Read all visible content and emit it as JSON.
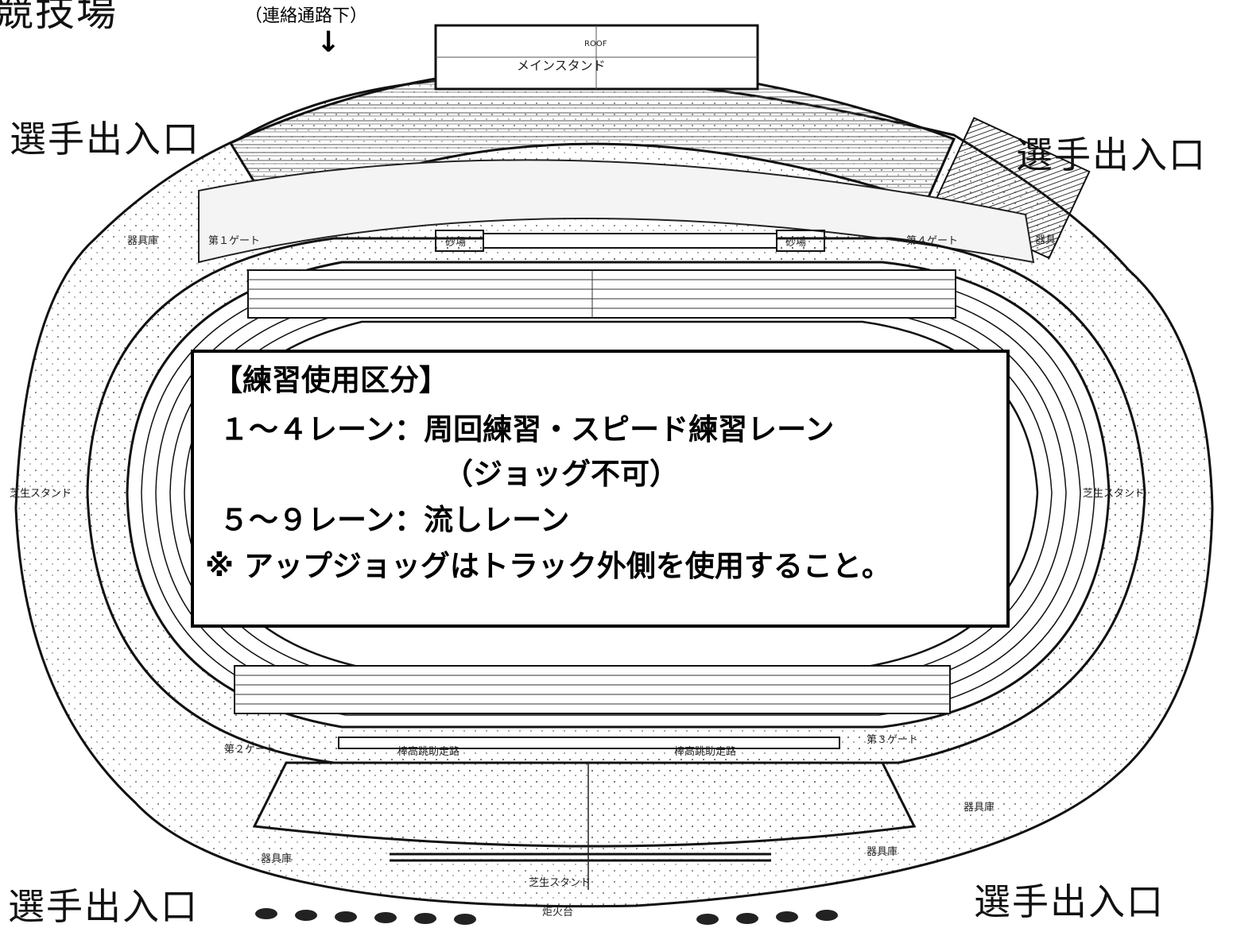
{
  "title_fragment": "競技場",
  "connector_note": "（連絡通路下）",
  "entrances": {
    "top_left": "選手出入口",
    "top_right": "選手出入口",
    "bottom_left": "選手出入口",
    "bottom_right": "選手出入口"
  },
  "map_labels": {
    "roof": "ROOF",
    "main_stand": "メインスタンド",
    "sand_pit_left": "砂場",
    "sand_pit_right": "砂場",
    "gate_1": "第１ゲート",
    "gate_2": "第２ゲート",
    "gate_3": "第３ゲート",
    "gate_4": "第４ゲート",
    "storage_nw": "器具庫",
    "storage_ne": "器具",
    "storage_se": "器具庫",
    "storage_sw_inner": "器具庫",
    "storage_se_inner": "器具庫",
    "lawn_stand_left": "芝生スタンド",
    "lawn_stand_right": "芝生スタンド",
    "lawn_stand_bottom": "芝生スタンド",
    "runway_left": "棒高跳助走路",
    "runway_right": "棒高跳助走路",
    "torch_stand": "炬火台"
  },
  "usage": {
    "heading": "【練習使用区分】",
    "line1": "１～４レーン：周回練習・スピード練習レーン",
    "line2": "（ジョッグ不可）",
    "line3": "５～９レーン：流しレーン",
    "line4": "※ アップジョッグはトラック外側を使用すること。"
  }
}
